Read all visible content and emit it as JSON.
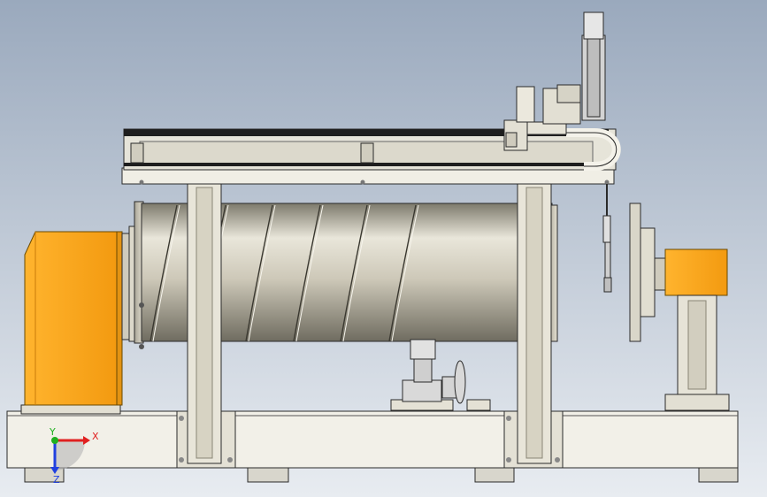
{
  "viewport": {
    "background_top": "#9aa9bd",
    "background_bottom": "#e8ecf1"
  },
  "colors": {
    "frame": "#e6e4d9",
    "frame_dark": "#cfcbb9",
    "rail": "#1e1e1e",
    "drum_mid": "#d6d1c2",
    "drum_dark": "#8a8676",
    "orange": "#f7a11a",
    "orange_dark": "#c97b0a",
    "steel": "#c9c9c9",
    "outline": "#2a2a2a"
  },
  "axes_triad": {
    "x_label": "X",
    "y_label": "Y",
    "z_label": "Z",
    "x_color": "#e02020",
    "y_color": "#20b020",
    "z_color": "#2040e0"
  }
}
